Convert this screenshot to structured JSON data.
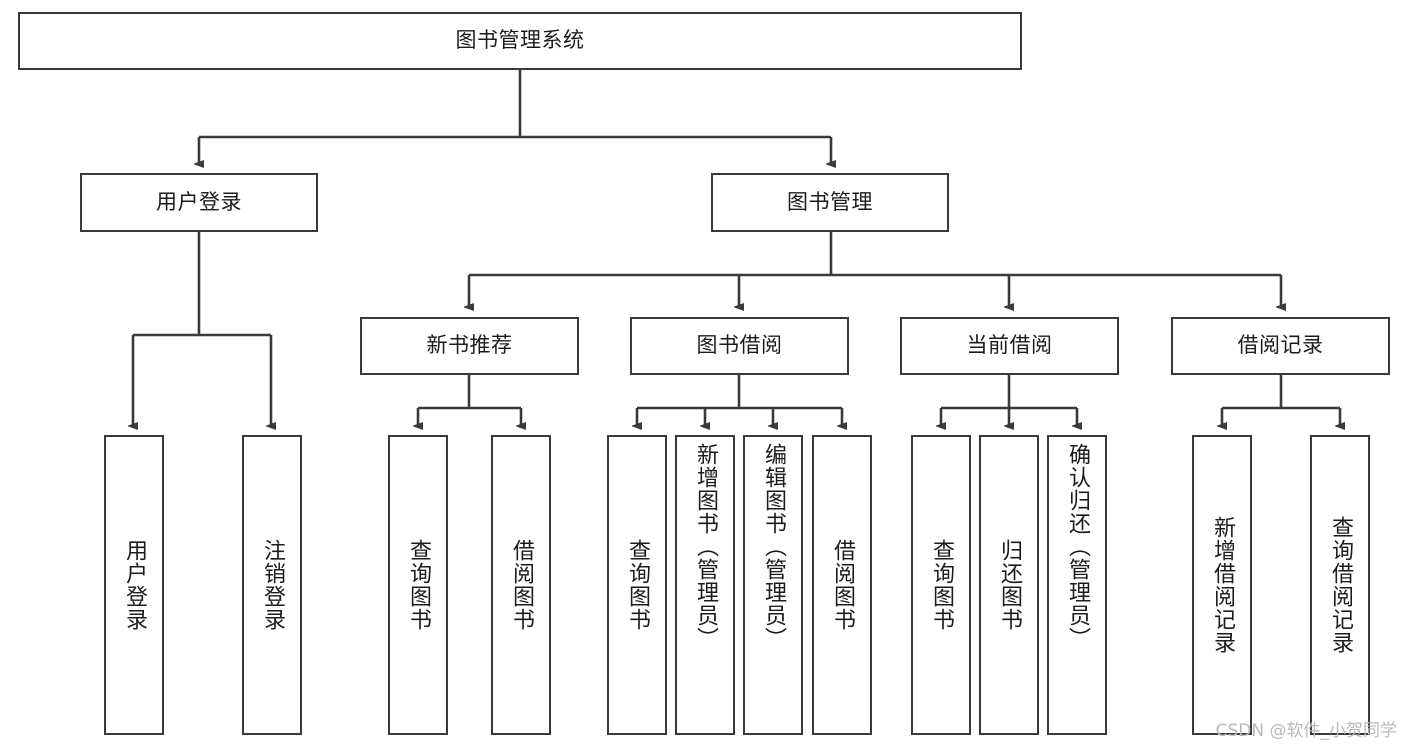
{
  "diagram": {
    "title": "图书管理系统",
    "type": "tree-hierarchy",
    "watermark": "CSDN @软件_小贺同学",
    "colors": {
      "stroke": "#3a3a3a",
      "fill": "#ffffff",
      "text": "#1c1c1c",
      "watermark": "#b9b9b9"
    }
  },
  "nodes": {
    "root": {
      "label": "图书管理系统"
    },
    "level2": [
      {
        "id": "user-login",
        "label": "用户登录"
      },
      {
        "id": "book-manage",
        "label": "图书管理"
      }
    ],
    "level3": [
      {
        "id": "new-book-recommend",
        "label": "新书推荐"
      },
      {
        "id": "book-borrow",
        "label": "图书借阅"
      },
      {
        "id": "current-borrow",
        "label": "当前借阅"
      },
      {
        "id": "borrow-record",
        "label": "借阅记录"
      }
    ],
    "leaves": {
      "user_login": [
        {
          "id": "leaf-user-login",
          "label": "用户登录"
        },
        {
          "id": "leaf-logout-login",
          "label": "注销登录"
        }
      ],
      "new_book_recommend": [
        {
          "id": "leaf-query-book-1",
          "label": "查询图书"
        },
        {
          "id": "leaf-borrow-book-1",
          "label": "借阅图书"
        }
      ],
      "book_borrow": [
        {
          "id": "leaf-query-book-2",
          "label": "查询图书"
        },
        {
          "id": "leaf-add-book",
          "label": "新增图书（管理员）"
        },
        {
          "id": "leaf-edit-book",
          "label": "编辑图书（管理员）"
        },
        {
          "id": "leaf-borrow-book-2",
          "label": "借阅图书"
        }
      ],
      "current_borrow": [
        {
          "id": "leaf-query-book-3",
          "label": "查询图书"
        },
        {
          "id": "leaf-return-book",
          "label": "归还图书"
        },
        {
          "id": "leaf-confirm-return",
          "label": "确认归还（管理员）"
        }
      ],
      "borrow_record": [
        {
          "id": "leaf-add-record",
          "label": "新增借阅记录"
        },
        {
          "id": "leaf-query-record",
          "label": "查询借阅记录"
        }
      ]
    }
  }
}
